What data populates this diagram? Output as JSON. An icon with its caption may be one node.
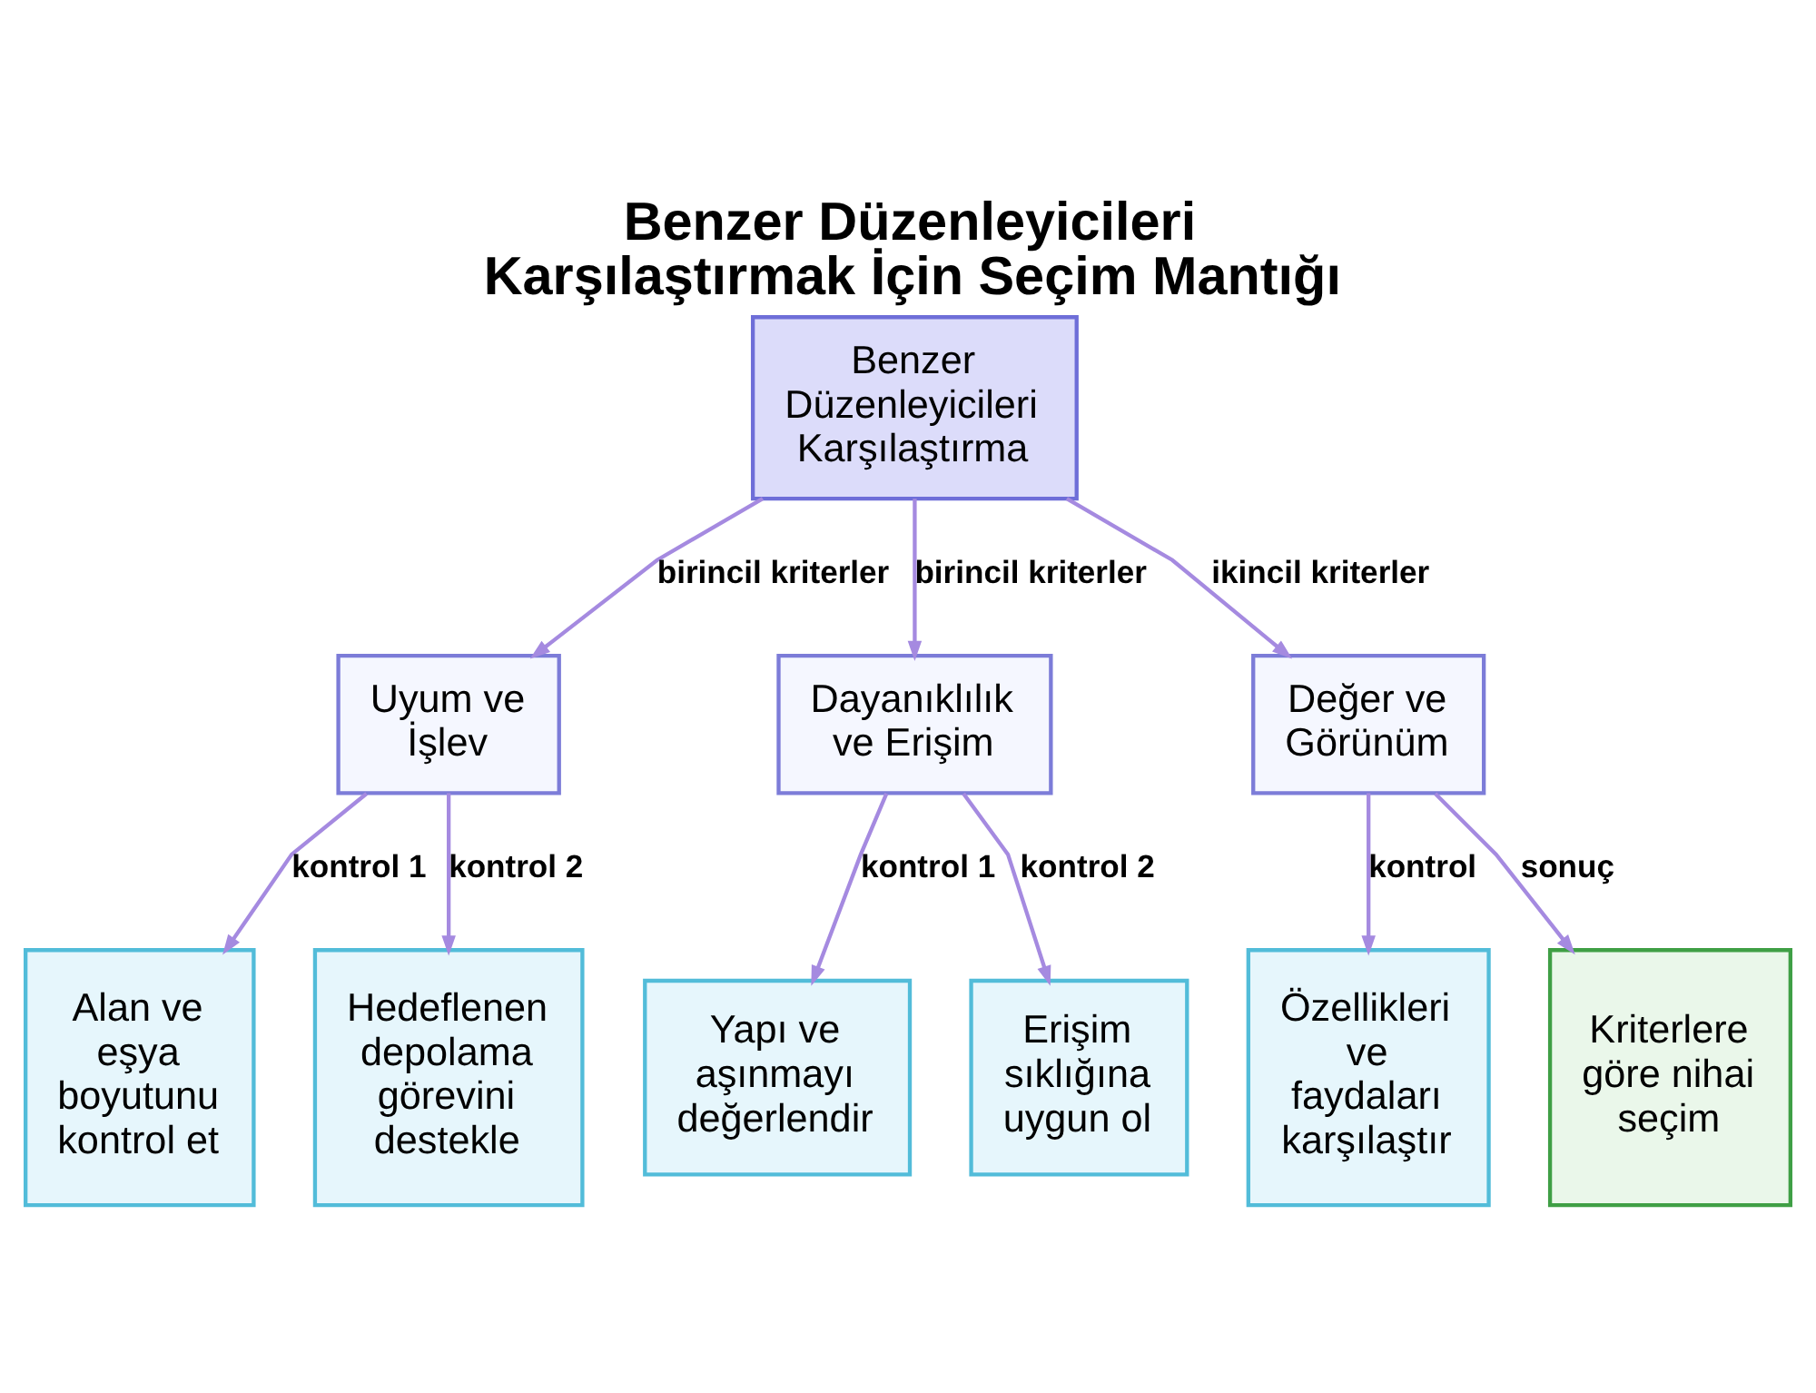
{
  "diagram": {
    "title": "Benzer Düzenleyicileri Karşılaştırmak İçin Seçim Mantığı",
    "nodes": [
      {
        "text": [
          "Benzer Düzenleyicileri Karşılaştırma"
        ]
      },
      {
        "text": [
          "Uyum ve İşlev"
        ]
      },
      {
        "text": [
          "Dayanıklılık ve Erişim"
        ]
      },
      {
        "text": [
          "Değer ve Görünüm"
        ]
      },
      {
        "text": [
          "Alan ve eşya boyutunu kontrol et"
        ]
      },
      {
        "text": [
          "Hedeflenen depolama görevini destekle"
        ]
      },
      {
        "text": [
          "Yapı ve aşınmayı değerlendir"
        ]
      },
      {
        "text": [
          "Erişim sıklığına uygun ol"
        ]
      },
      {
        "text": [
          "Özellikleri ve faydaları karşılaştır"
        ]
      },
      {
        "text": [
          "Kriterlere göre nihai seçim"
        ]
      }
    ],
    "edges": [
      {
        "from": 0,
        "to": 1,
        "arrow": "to",
        "label": "birincil kriterler"
      },
      {
        "from": 0,
        "to": 2,
        "arrow": "to",
        "label": "birincil kriterler"
      },
      {
        "from": 0,
        "to": 3,
        "arrow": "to",
        "label": "ikincil kriterler"
      },
      {
        "from": 1,
        "to": 4,
        "arrow": "to",
        "label": "kontrol 1"
      },
      {
        "from": 1,
        "to": 5,
        "arrow": "to",
        "label": "kontrol 2"
      },
      {
        "from": 2,
        "to": 6,
        "arrow": "to",
        "label": "kontrol 1"
      },
      {
        "from": 2,
        "to": 7,
        "arrow": "to",
        "label": "kontrol 2"
      },
      {
        "from": 3,
        "to": 8,
        "arrow": "to",
        "label": "kontrol"
      },
      {
        "from": 3,
        "to": 9,
        "arrow": "to",
        "label": "sonuç"
      }
    ]
  }
}
